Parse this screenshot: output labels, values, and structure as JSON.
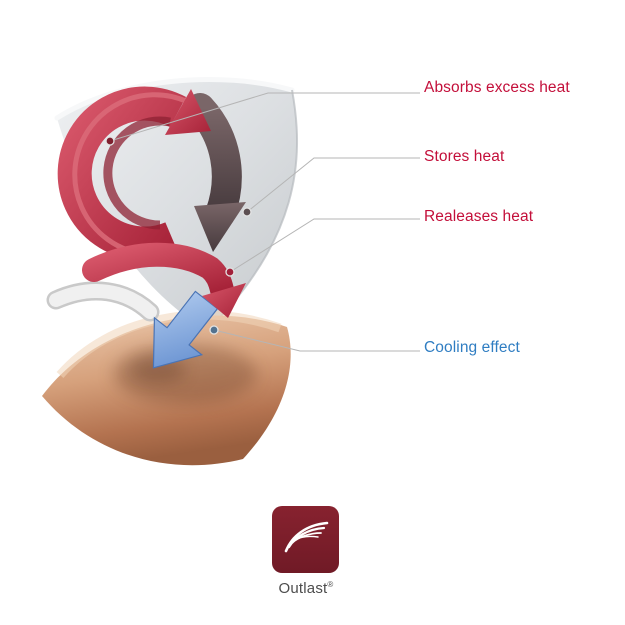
{
  "diagram": {
    "labels": [
      {
        "id": "absorbs",
        "text": "Absorbs excess heat"
      },
      {
        "id": "stores",
        "text": "Stores heat"
      },
      {
        "id": "releases",
        "text": "Realeases heat"
      },
      {
        "id": "cooling",
        "text": "Cooling effect"
      }
    ],
    "colors": {
      "heat_label": "#c30f3a",
      "cool_label": "#2f7dc2",
      "ring_red": "#c23e50",
      "store_arrow": "#5c4b50",
      "cool_arrow": "#7fa8dd",
      "skin": "#c28a63",
      "logo_bg": "#7c1f2c"
    }
  },
  "logo": {
    "text": "Outlast",
    "registered": "®"
  }
}
